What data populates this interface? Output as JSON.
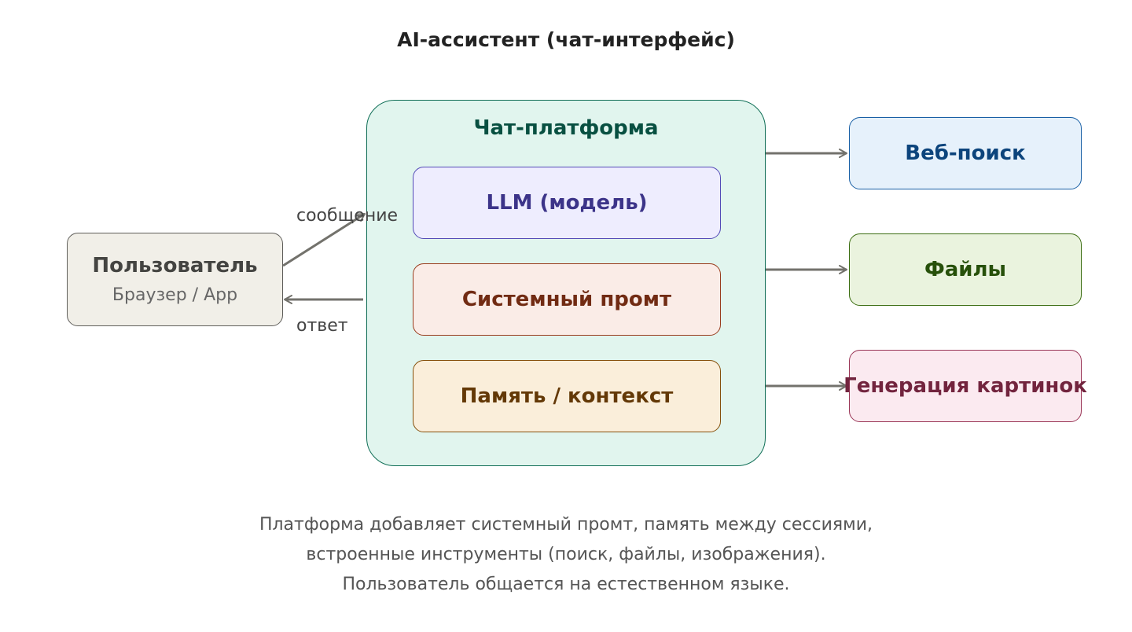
{
  "title": "AI-ассистент (чат-интерфейс)",
  "nodes": {
    "user": {
      "label": "Пользователь",
      "sublabel": "Браузер / App"
    },
    "platform": {
      "label": "Чат-платформа"
    },
    "llm": {
      "label": "LLM (модель)"
    },
    "system_prompt": {
      "label": "Системный промт"
    },
    "memory": {
      "label": "Память / контекст"
    },
    "web_search": {
      "label": "Веб-поиск"
    },
    "files": {
      "label": "Файлы"
    },
    "image_gen": {
      "label": "Генерация картинок"
    }
  },
  "edges": {
    "message": "сообщение",
    "reply": "ответ"
  },
  "caption": [
    "Платформа добавляет системный промт, память между сессиями,",
    "встроенные инструменты (поиск, файлы, изображения).",
    "Пользователь общается на естественном языке."
  ],
  "colors": {
    "user_fill": "#f1efe8",
    "user_text": "#444441",
    "platform_fill": "#e1f5ee",
    "platform_text": "#085041",
    "llm_fill": "#eeedfe",
    "llm_text": "#3c3489",
    "prompt_fill": "#faece7",
    "prompt_text": "#712b13",
    "memory_fill": "#faeeda",
    "memory_text": "#633806",
    "web_fill": "#e6f1fb",
    "web_text": "#0c447c",
    "files_fill": "#eaf3de",
    "files_text": "#27500a",
    "image_fill": "#fbeaf0",
    "image_text": "#72243e",
    "arrow": "#73726c"
  }
}
